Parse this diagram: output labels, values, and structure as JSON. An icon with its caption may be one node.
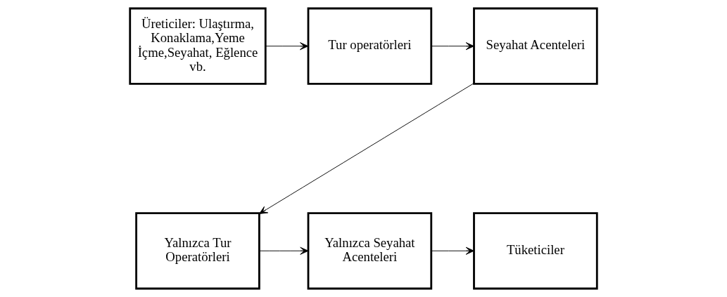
{
  "diagram": {
    "nodes": [
      {
        "text": [
          "Üreticiler: Ulaştırma, Konaklama,Yeme İçme,Seyahat, Eğlence vb."
        ]
      },
      {
        "text": [
          "Tur operatörleri"
        ]
      },
      {
        "text": [
          "Seyahat Acenteleri"
        ]
      },
      {
        "text": [
          "Yalnızca Tur Operatörleri"
        ]
      },
      {
        "text": [
          "Yalnızca Seyahat Acenteleri"
        ]
      },
      {
        "text": [
          "Tüketiciler"
        ]
      }
    ],
    "edges": [
      {
        "from": 0,
        "to": 1,
        "arrow": "to"
      },
      {
        "from": 1,
        "to": 2,
        "arrow": "to"
      },
      {
        "from": 2,
        "to": 3,
        "arrow": "to"
      },
      {
        "from": 3,
        "to": 4,
        "arrow": "to"
      },
      {
        "from": 4,
        "to": 5,
        "arrow": "to"
      }
    ]
  }
}
